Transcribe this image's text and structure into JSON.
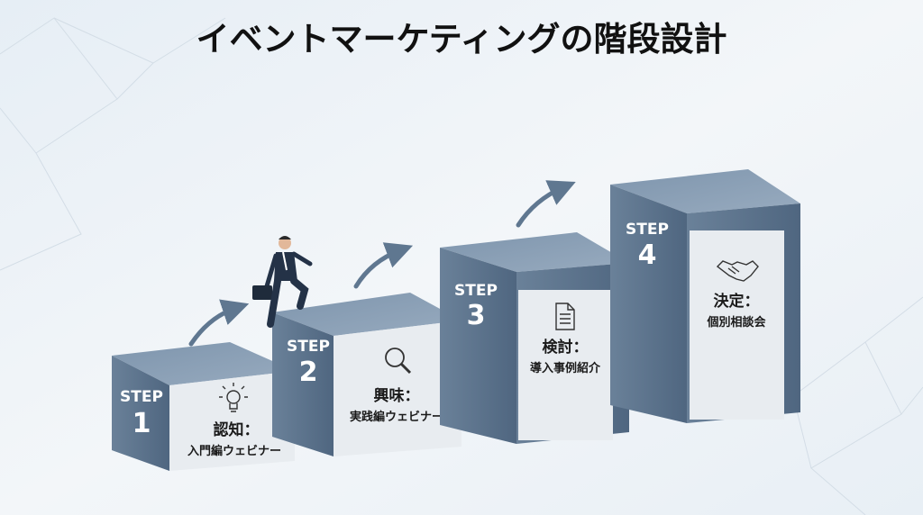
{
  "title": "イベントマーケティングの階段設計",
  "steps": [
    {
      "step": "STEP",
      "number": "1",
      "label": "認知：",
      "detail": "入門編ウェビナー",
      "icon": "lightbulb-icon"
    },
    {
      "step": "STEP",
      "number": "2",
      "label": "興味：",
      "detail": "実践編ウェビナー",
      "icon": "magnifier-icon"
    },
    {
      "step": "STEP",
      "number": "3",
      "label": "検討：",
      "detail": "導入事例紹介",
      "icon": "document-icon"
    },
    {
      "step": "STEP",
      "number": "4",
      "label": "決定：",
      "detail": "個別相談会",
      "icon": "handshake-icon"
    }
  ],
  "colors": {
    "side": "#5e7690",
    "top": "#8aa0b6",
    "front": "#e9edf1",
    "arrow": "#5f7790"
  }
}
